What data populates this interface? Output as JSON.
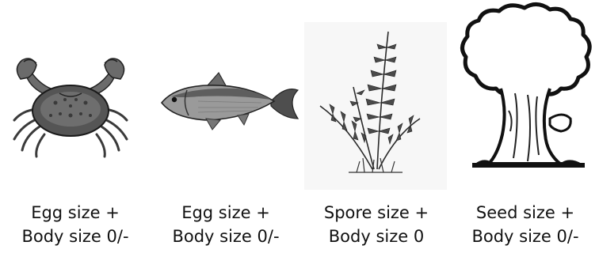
{
  "organisms": [
    {
      "icon": "crab-icon",
      "line1": "Egg size +",
      "line2": "Body size 0/-"
    },
    {
      "icon": "fish-icon",
      "line1": "Egg size +",
      "line2": "Body size 0/-"
    },
    {
      "icon": "fern-icon",
      "line1": "Spore size +",
      "line2": "Body size 0"
    },
    {
      "icon": "tree-icon",
      "line1": "Seed size +",
      "line2": "Body size 0/-"
    }
  ]
}
